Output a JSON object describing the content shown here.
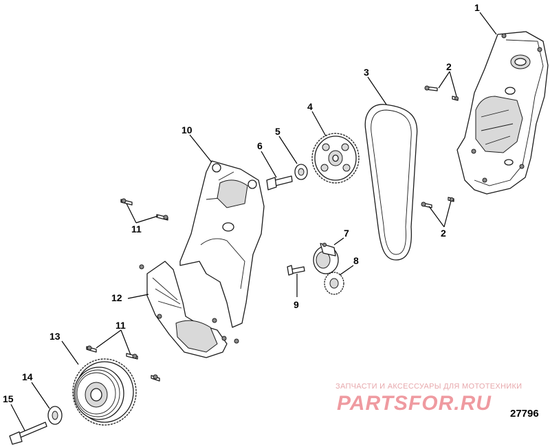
{
  "callouts": [
    {
      "id": "c1",
      "text": "1"
    },
    {
      "id": "c2a",
      "text": "2"
    },
    {
      "id": "c2b",
      "text": "2"
    },
    {
      "id": "c3",
      "text": "3"
    },
    {
      "id": "c4",
      "text": "4"
    },
    {
      "id": "c5",
      "text": "5"
    },
    {
      "id": "c6",
      "text": "6"
    },
    {
      "id": "c7",
      "text": "7"
    },
    {
      "id": "c8",
      "text": "8"
    },
    {
      "id": "c9",
      "text": "9"
    },
    {
      "id": "c10",
      "text": "10"
    },
    {
      "id": "c11a",
      "text": "11"
    },
    {
      "id": "c11b",
      "text": "11"
    },
    {
      "id": "c12",
      "text": "12"
    },
    {
      "id": "c13",
      "text": "13"
    },
    {
      "id": "c14",
      "text": "14"
    },
    {
      "id": "c15",
      "text": "15"
    }
  ],
  "watermark": {
    "tagline": "ЗАПЧАСТИ И АКСЕССУАРЫ ДЛЯ МОТОТЕХНИКИ",
    "logo": "PARTSFOR.RU"
  },
  "diagram_number": "27796"
}
